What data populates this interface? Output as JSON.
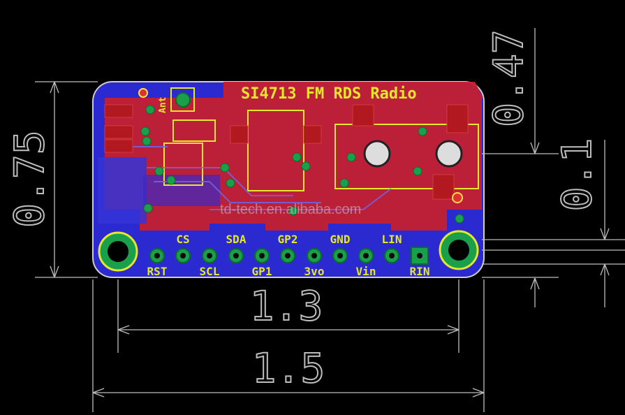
{
  "board": {
    "title": "SI4713 FM  RDS Radio",
    "antenna_label": "Ant",
    "pin_labels_top": [
      "CS",
      "SDA",
      "GP2",
      "GND",
      "LIN"
    ],
    "pin_labels_bottom": [
      "RST",
      "SCL",
      "GP1",
      "3vo",
      "Vin",
      "RIN"
    ]
  },
  "dimensions": {
    "width_mounting": "1.3",
    "width_total": "1.5",
    "height_total": "0.75",
    "height_mount_offset": "0.47",
    "height_pin_offset": "0.1"
  },
  "watermark": "td-tech.en.alibaba.com",
  "colors": {
    "background": "#000000",
    "copper_top": "#c8202a",
    "copper_bottom": "#2a2ad0",
    "silkscreen": "#e6e62e",
    "pad": "#1aa04a",
    "dimension": "#bdbdbd"
  }
}
